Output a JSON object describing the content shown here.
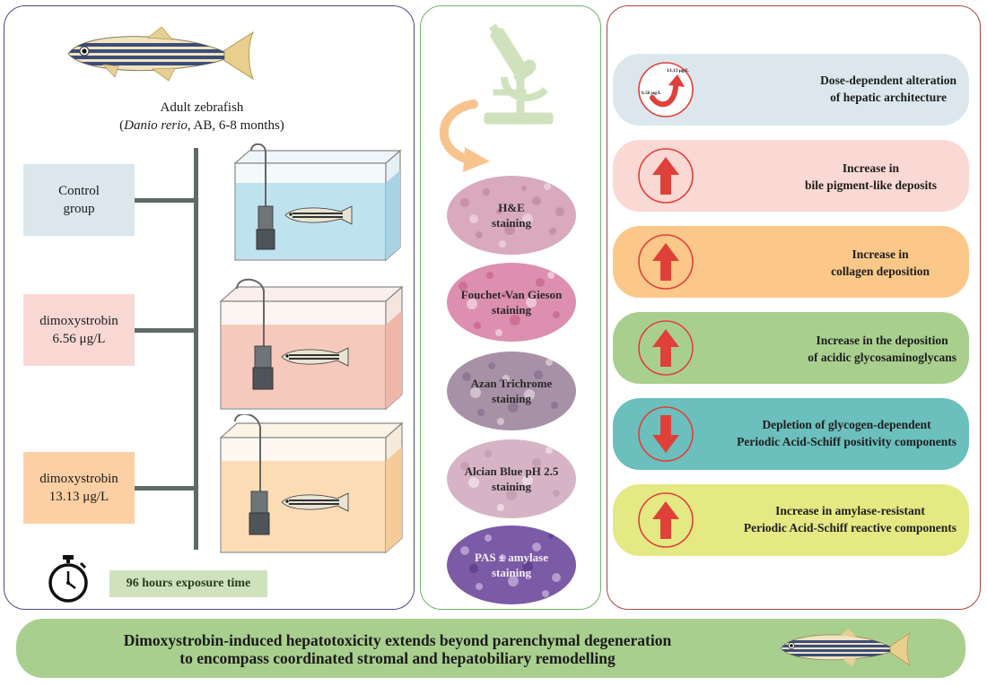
{
  "left": {
    "subject_line1": "Adult zebrafish",
    "subject_species": "Danio rerio",
    "subject_details": ", AB, 6-8 months)",
    "subject_open": "(",
    "groups": [
      {
        "label_line1": "Control",
        "label_line2": "group",
        "color": "#dbe7ec",
        "water": "#bfe2ef"
      },
      {
        "label_line1": "dimoxystrobin",
        "label_line2": "6.56 μg/L",
        "color": "#f9d8d4",
        "water": "#f6c9bd"
      },
      {
        "label_line1": "dimoxystrobin",
        "label_line2": "13.13 μg/L",
        "color": "#fcd0a4",
        "water": "#fbdcb5"
      }
    ],
    "exposure": "96 hours exposure time",
    "icons": [
      "zebrafish-icon",
      "aquarium-tank-icon",
      "stopwatch-icon"
    ]
  },
  "middle": {
    "icons": [
      "microscope-icon",
      "curved-arrow-icon"
    ],
    "stains": [
      {
        "line1": "H&E",
        "line2": "staining",
        "color": "#d9a9bd"
      },
      {
        "line1": "Fouchet-Van Gieson",
        "line2": "staining",
        "color": "#dc8fae"
      },
      {
        "line1": "Azan Trichrome",
        "line2": "staining",
        "color": "#a791a6"
      },
      {
        "line1": "Alcian Blue pH 2.5",
        "line2": "staining",
        "color": "#d6b4c5"
      },
      {
        "line1": "PAS ± amylase",
        "line2": "staining",
        "color": "#7b5aa6"
      }
    ]
  },
  "right": {
    "findings": [
      {
        "line1": "Dose-dependent alteration",
        "line2": "of hepatic architecture",
        "bg": "#dbe7ec",
        "icon": "dose-curve-icon",
        "dose_low": "6.56 μg/L",
        "dose_high": "13.13 μg/L"
      },
      {
        "line1": "Increase in",
        "line2": "bile pigment-like deposits",
        "bg": "#fad8d3",
        "icon": "arrow-up-icon"
      },
      {
        "line1": "Increase in",
        "line2": "collagen deposition",
        "bg": "#fbc88a",
        "icon": "arrow-up-icon"
      },
      {
        "line1": "Increase in the deposition",
        "line2": "of acidic glycosaminoglycans",
        "bg": "#a9cf8e",
        "icon": "arrow-up-icon"
      },
      {
        "line1": "Depletion of glycogen-dependent",
        "line2": "Periodic Acid-Schiff positivity components",
        "bg": "#6bbfbd",
        "icon": "arrow-down-icon"
      },
      {
        "line1": "Increase in amylase-resistant",
        "line2": "Periodic Acid-Schiff reactive components",
        "bg": "#e4e983",
        "icon": "arrow-up-icon"
      }
    ],
    "accent": "#e0403a"
  },
  "conclusion": {
    "line1": "Dimoxystrobin-induced hepatotoxicity extends beyond parenchymal degeneration",
    "line2": "to encompass coordinated stromal and hepatobiliary remodelling"
  }
}
